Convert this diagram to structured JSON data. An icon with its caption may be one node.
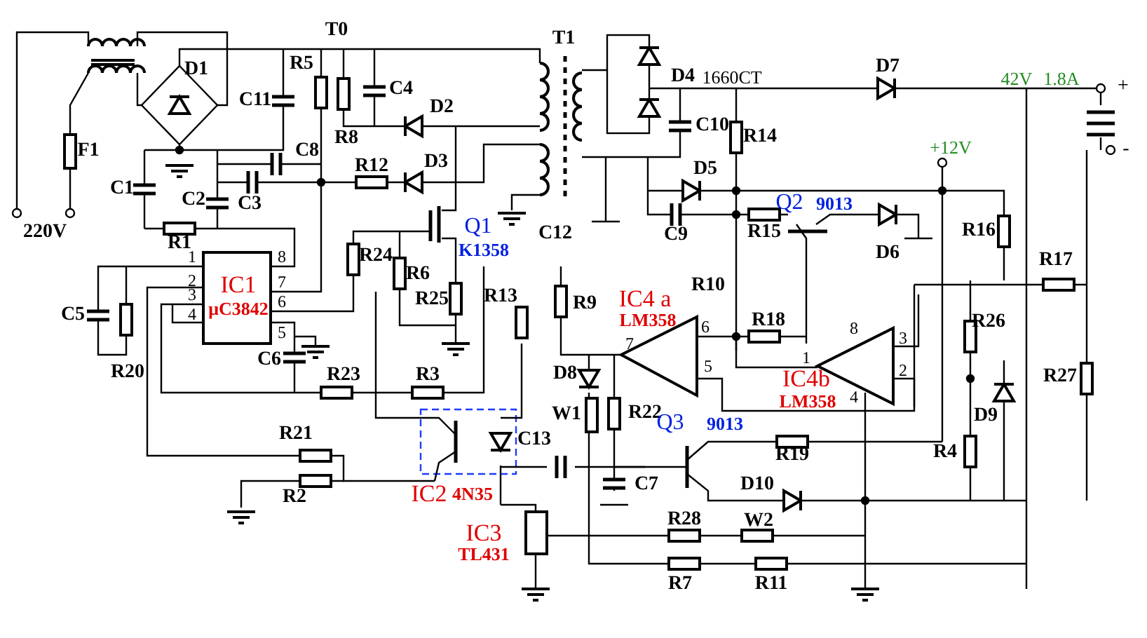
{
  "diagram": {
    "labels": [
      "T0",
      "D1",
      "R5",
      "C4",
      "T1",
      "D4",
      "1660CT",
      "D7",
      "42V",
      "1.8A",
      "+",
      "C11",
      "D2",
      "R8",
      "F1",
      "C8",
      "C10",
      "R14",
      "-",
      "+12V",
      "R12",
      "D3",
      "D5",
      "C1",
      "C2",
      "C3",
      "Q2",
      "9013",
      "220V",
      "R1",
      "Q1",
      "K1358",
      "C12",
      "C9",
      "R15",
      "R16",
      "1",
      "8",
      "R24",
      "D6",
      "R17",
      "2",
      "IC1",
      "μC3842",
      "7",
      "R6",
      "R25",
      "R13",
      "R9",
      "IC4 a",
      "LM358",
      "R10",
      "3",
      "6",
      "R26",
      "C5",
      "4",
      "5",
      "R18",
      "6",
      "8",
      "3",
      "7",
      "R20",
      "C6",
      "R23",
      "R3",
      "D8",
      "5",
      "1",
      "IC4b",
      "2",
      "R27",
      "LM358",
      "4",
      "W1",
      "R22",
      "D9",
      "Q3",
      "9013",
      "R4",
      "R21",
      "C13",
      "R19",
      "C7",
      "D10",
      "R2",
      "IC2",
      "4N35",
      "IC3",
      "TL431",
      "R28",
      "W2",
      "R7",
      "R11"
    ]
  }
}
